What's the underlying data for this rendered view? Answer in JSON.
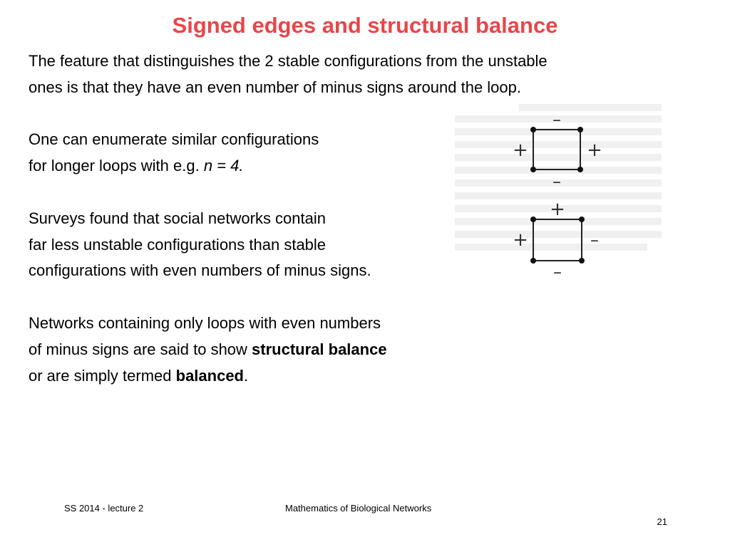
{
  "slide": {
    "title": "Signed edges and structural balance",
    "lines": [
      "The feature that distinguishes the 2 stable configurations from the unstable",
      "ones is that they have an even number of minus signs around the loop.",
      "One can enumerate similar configurations",
      "Surveys found that social networks contain",
      "far less unstable configurations than stable",
      "configurations with even numbers of minus signs.",
      "Networks containing only loops with even numbers"
    ],
    "line4": {
      "prefix": "for longer loops with e.g. ",
      "italic": "n = 4."
    },
    "line8": {
      "prefix": "of minus signs are said to show ",
      "bold": "structural balance"
    },
    "line9": {
      "prefix": "or are simply termed ",
      "bold": "balanced",
      "suffix": "."
    }
  },
  "figure": {
    "top_loop": {
      "top": "–",
      "left": "+",
      "right": "+",
      "bottom": "–"
    },
    "bottom_loop": {
      "top": "+",
      "left": "+",
      "right": "–",
      "bottom": "–"
    }
  },
  "footer": {
    "left": "SS 2014 - lecture 2",
    "center": "Mathematics of Biological Networks",
    "page": "21"
  },
  "colors": {
    "title": "#e8464a"
  }
}
